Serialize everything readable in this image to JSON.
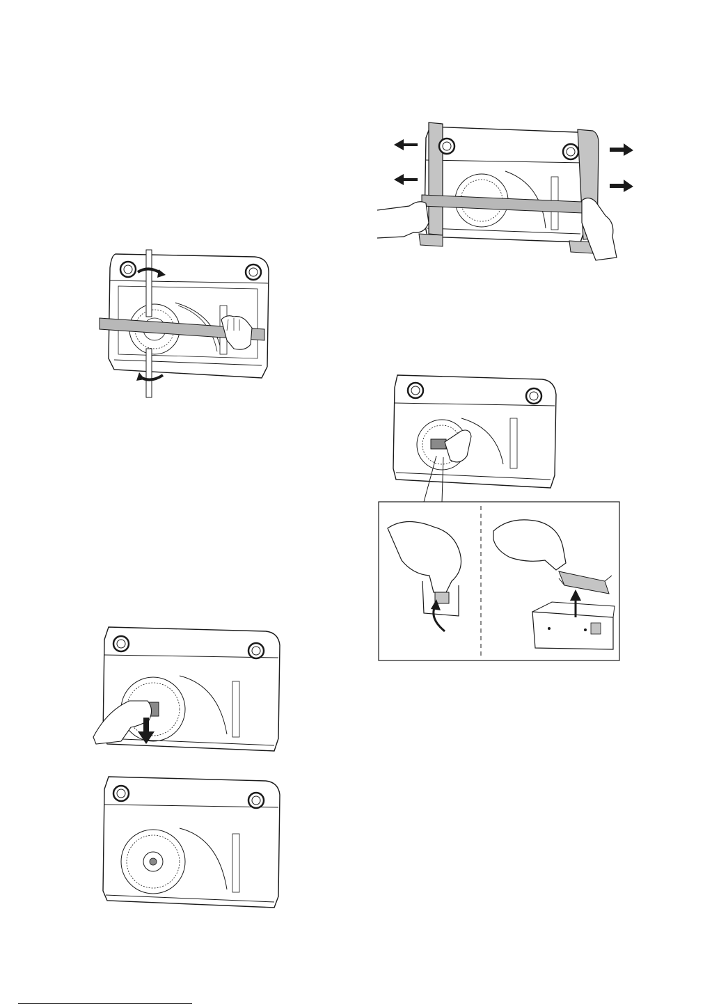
{
  "page": {
    "footer_text": ""
  },
  "figures": [
    {
      "id": "fig-1",
      "icon": "hood-fixing-rods-rotate-icon"
    },
    {
      "id": "fig-2",
      "icon": "hood-pull-off-side-panels-icon"
    },
    {
      "id": "fig-3",
      "icon": "hood-remove-bracket-icon"
    },
    {
      "id": "fig-3-detail-left",
      "icon": "hand-unhook-clip-icon"
    },
    {
      "id": "fig-3-detail-right",
      "icon": "lift-bracket-out-icon"
    },
    {
      "id": "fig-4",
      "icon": "hood-pull-down-filter-icon"
    },
    {
      "id": "fig-5",
      "icon": "hood-fan-uncovered-icon"
    }
  ],
  "colors": {
    "line": "#1a1a1a",
    "strap": "#b8b8b8",
    "panel": "#c4c4c4",
    "part": "#8a8a8a"
  }
}
